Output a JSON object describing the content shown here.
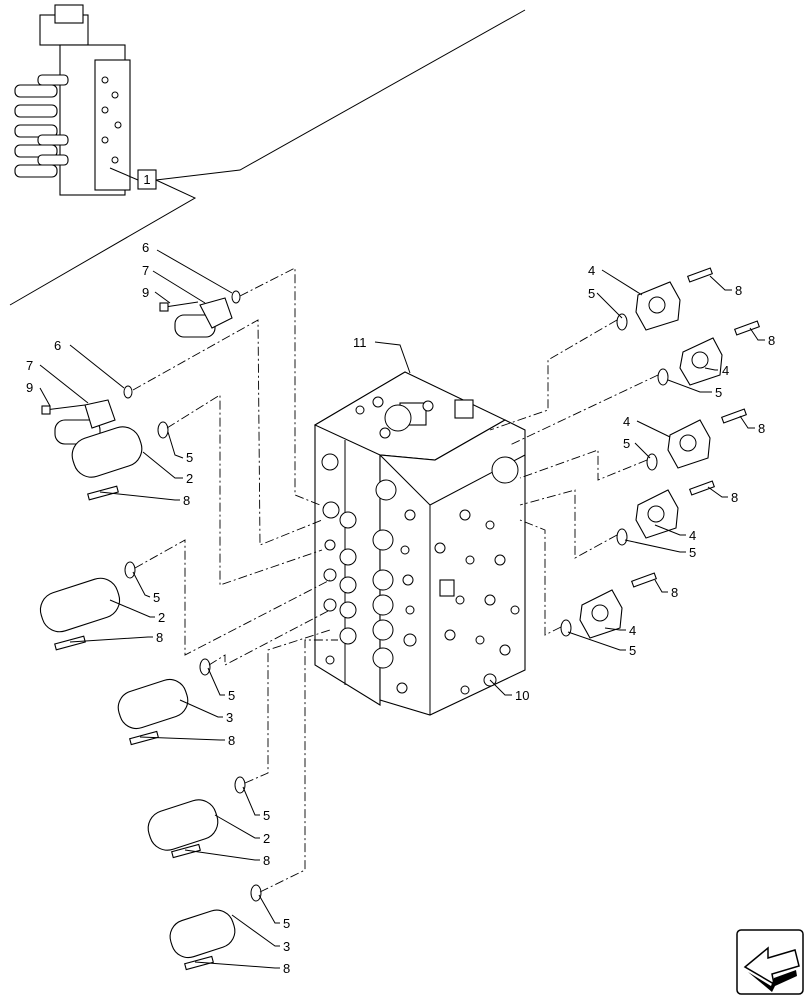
{
  "reference_box_label": "1",
  "callouts": {
    "c6a": "6",
    "c7a": "7",
    "c9a": "9",
    "c6b": "6",
    "c7b": "7",
    "c9b": "9",
    "c5a": "5",
    "c2a": "2",
    "c8a": "8",
    "c5b": "5",
    "c2b": "2",
    "c8b": "8",
    "c5c": "5",
    "c3a": "3",
    "c8c": "8",
    "c5d": "5",
    "c2c": "2",
    "c8d": "8",
    "c5e": "5",
    "c3b": "3",
    "c8e": "8",
    "c11": "11",
    "c10": "10",
    "r4a": "4",
    "r5a": "5",
    "r8a": "8",
    "r4b": "4",
    "r5b": "5",
    "r8b": "8",
    "r4c": "4",
    "r5c": "5",
    "r8c": "8",
    "r4d": "4",
    "r5d": "5",
    "r8d": "8",
    "r4e": "4",
    "r5e": "5",
    "r8e": "8"
  },
  "nav_icon": "arrow-left-icon"
}
